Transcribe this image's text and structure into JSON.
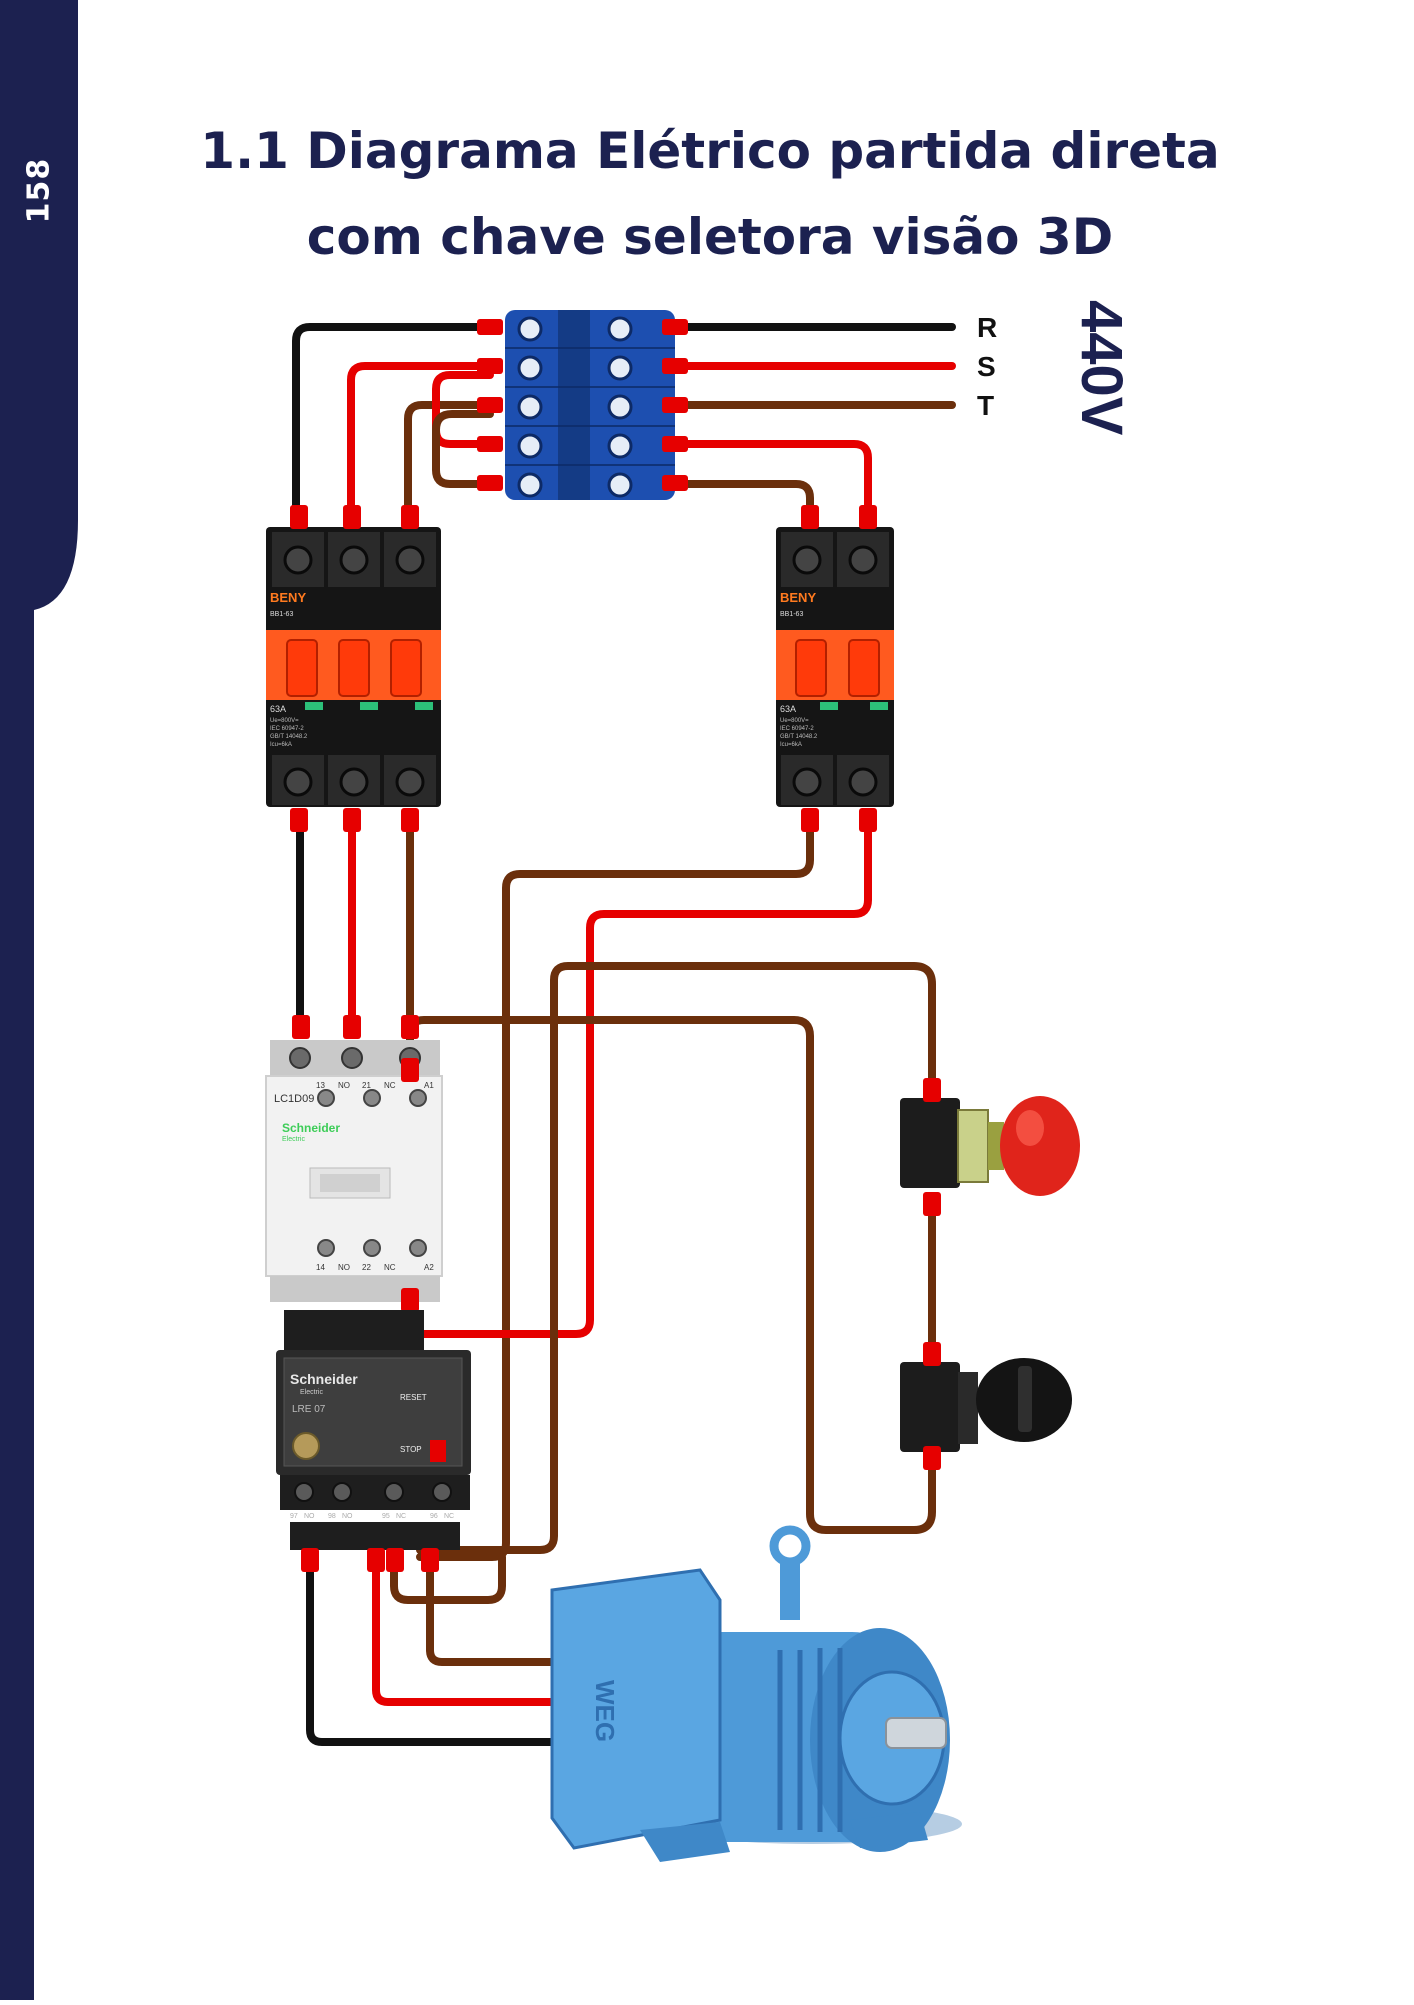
{
  "page": {
    "number": "158"
  },
  "title": {
    "line1": "1.1 Diagrama Elétrico partida direta",
    "line2": "com chave seletora visão 3D"
  },
  "supply": {
    "phases": [
      "R",
      "S",
      "T"
    ],
    "voltage": "440V"
  },
  "breaker_3p": {
    "brand": "BENY",
    "model": "BB1-63",
    "rating": "63A",
    "spec_lines": [
      "Ue=800V=",
      "IEC 60947-2",
      "GB/T 14048.2",
      "Icu=6kA"
    ]
  },
  "breaker_2p": {
    "brand": "BENY",
    "model": "BB1-63",
    "rating": "63A",
    "spec_lines": [
      "Ue=800V=",
      "IEC 60947-2",
      "GB/T 14048.2",
      "Icu=6kA"
    ]
  },
  "contactor": {
    "model": "LC1D09",
    "brand": "Schneider",
    "brand_sub": "Electric",
    "top_terminals": [
      "13",
      "NO",
      "21",
      "NC",
      "A1"
    ],
    "bottom_terminals": [
      "14",
      "NO",
      "22",
      "NC",
      "A2"
    ]
  },
  "overload_relay": {
    "brand": "Schneider",
    "brand_sub": "Electric",
    "model": "LRE 07",
    "reset_label": "RESET",
    "stop_label": "STOP",
    "terminals": [
      "97",
      "NO",
      "98",
      "NO",
      "95",
      "NC",
      "96",
      "NC"
    ]
  },
  "motor": {
    "brand": "WEG"
  },
  "colors": {
    "navy": "#1c2150",
    "phase_r": "#111111",
    "phase_s": "#e60000",
    "phase_t": "#6b2f0c",
    "terminal_blue": "#1d4fb0",
    "motor_blue": "#4e9ad8"
  }
}
